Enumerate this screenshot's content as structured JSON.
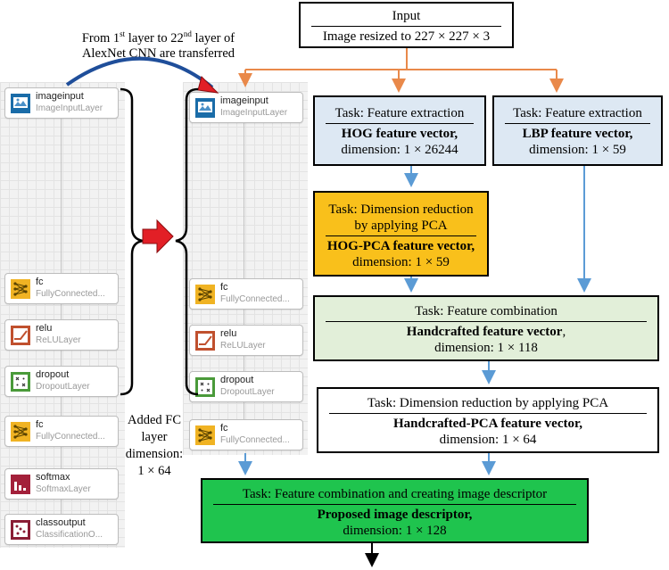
{
  "transfer_note": {
    "line1_pre": "From 1",
    "sup1": "st",
    "line1_mid": " layer to 22",
    "sup2": "nd",
    "line1_post": " layer of",
    "line2": "AlexNet CNN are transferred"
  },
  "added_fc_note": [
    "Added FC",
    "layer",
    "dimension:",
    "1 × 64"
  ],
  "left_network": [
    {
      "name": "imageinput",
      "type": "ImageInputLayer",
      "icon": "image-input-icon"
    },
    {
      "name": "fc",
      "type": "FullyConnected...",
      "icon": "fully-connected-icon"
    },
    {
      "name": "relu",
      "type": "ReLULayer",
      "icon": "relu-icon"
    },
    {
      "name": "dropout",
      "type": "DropoutLayer",
      "icon": "dropout-icon"
    },
    {
      "name": "fc",
      "type": "FullyConnected...",
      "icon": "fully-connected-icon"
    },
    {
      "name": "softmax",
      "type": "SoftmaxLayer",
      "icon": "softmax-icon"
    },
    {
      "name": "classoutput",
      "type": "ClassificationO...",
      "icon": "classification-output-icon"
    }
  ],
  "right_network": [
    {
      "name": "imageinput",
      "type": "ImageInputLayer",
      "icon": "image-input-icon"
    },
    {
      "name": "fc",
      "type": "FullyConnected...",
      "icon": "fully-connected-icon"
    },
    {
      "name": "relu",
      "type": "ReLULayer",
      "icon": "relu-icon"
    },
    {
      "name": "dropout",
      "type": "DropoutLayer",
      "icon": "dropout-icon"
    },
    {
      "name": "fc",
      "type": "FullyConnected...",
      "icon": "fully-connected-icon"
    }
  ],
  "input_box": {
    "title": "Input",
    "subtitle": "Image resized to 227 × 227 × 3"
  },
  "hog_box": {
    "task": "Task: Feature extraction",
    "bold": "HOG feature vector,",
    "dim": "dimension:  1 × 26244"
  },
  "lbp_box": {
    "task": "Task: Feature extraction",
    "bold": "LBP feature vector,",
    "dim": "dimension: 1 × 59"
  },
  "pca1_box": {
    "task1": "Task: Dimension reduction",
    "task2": "by applying PCA",
    "bold": "HOG-PCA feature vector,",
    "dim": "dimension: 1 × 59"
  },
  "comb_box": {
    "task": "Task: Feature combination",
    "bold": "Handcrafted feature vector",
    "bold_suffix": ",",
    "dim": "dimension: 1 × 118"
  },
  "pca2_box": {
    "task": "Task: Dimension reduction by applying PCA",
    "bold": "Handcrafted-PCA feature vector,",
    "dim": "dimension: 1 × 64"
  },
  "final_box": {
    "task": "Task: Feature combination and creating image descriptor",
    "bold": "Proposed image descriptor,",
    "dim": "dimension: 1 × 128"
  },
  "colors": {
    "hog_fill": "#dde8f3",
    "lbp_fill": "#dde8f3",
    "pca1_fill": "#f9c01b",
    "comb_fill": "#e2efd9",
    "final_fill": "#1fc44e",
    "orange_arrow": "#e9894a",
    "blue_arrow": "#5b9bd5",
    "red_arrow": "#e21f26"
  }
}
